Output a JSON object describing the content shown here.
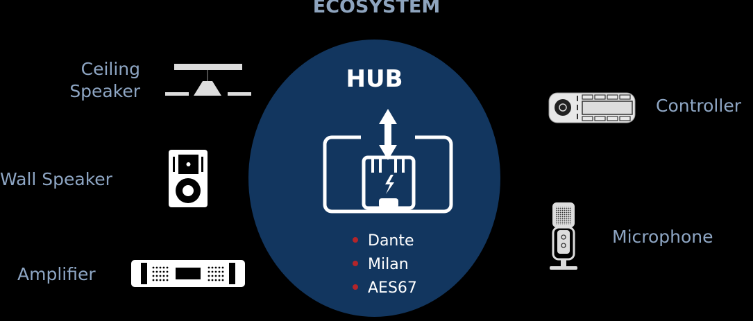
{
  "title": "ECOSYSTEM",
  "hub": {
    "title": "HUB",
    "protocols": [
      "Dante",
      "Milan",
      "AES67"
    ]
  },
  "devices": {
    "ceiling_speaker": "Ceiling\nSpeaker",
    "ceiling_speaker_line1": "Ceiling",
    "ceiling_speaker_line2": "Speaker",
    "wall_speaker": "Wall Speaker",
    "amplifier": "Amplifier",
    "controller": "Controller",
    "microphone": "Microphone"
  },
  "colors": {
    "hub": "#12365f",
    "label": "#8ea6c4",
    "bullet": "#b3252a"
  }
}
